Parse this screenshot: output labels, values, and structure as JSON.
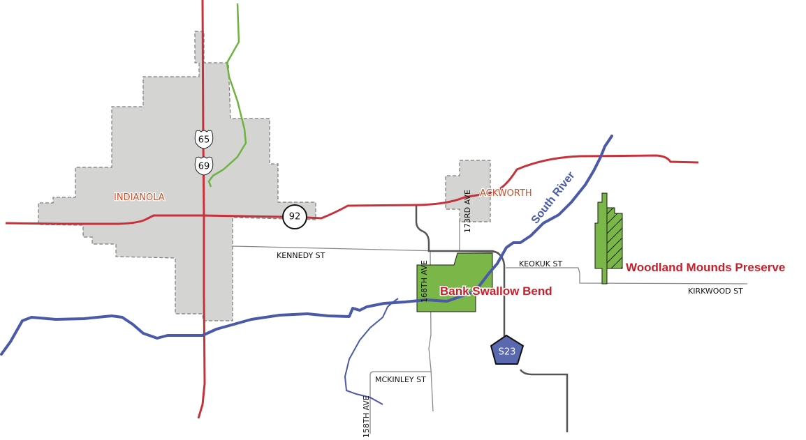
{
  "map": {
    "colors": {
      "town_fill": "#d4d4d2",
      "town_border": "#7a7a7a",
      "highway": "#c8303a",
      "river": "#4a5aa8",
      "trail": "#6db33f",
      "park_fill": "#7ab648",
      "county_road": "#555555",
      "local_road": "#888888",
      "s23_fill": "#5a68b0"
    },
    "towns": [
      {
        "name": "INDIANOLA"
      },
      {
        "name": "ACKWORTH"
      }
    ],
    "parks": [
      {
        "name": "Bank Swallow Bend"
      },
      {
        "name": "Woodland Mounds Preserve"
      }
    ],
    "river": {
      "name": "South River"
    },
    "shields": {
      "us_routes": [
        "65",
        "69"
      ],
      "state_route": "92",
      "county_route": "S23"
    },
    "streets": {
      "kennedy": "KENNEDY ST",
      "keokuk": "KEOKUK ST",
      "kirkwood": "KIRKWOOD ST",
      "mckinley": "MCKINLEY ST",
      "ave_168": "168TH AVE",
      "ave_173": "173RD AVE",
      "ave_158": "158TH AVE"
    }
  }
}
